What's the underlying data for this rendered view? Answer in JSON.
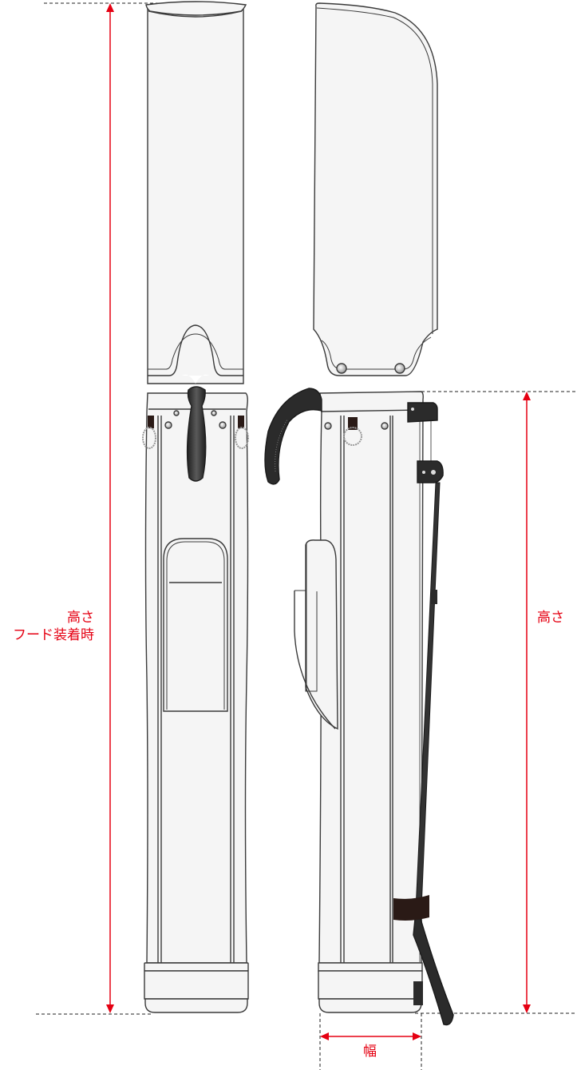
{
  "diagram": {
    "subject": "cue case dimension drawing",
    "views": [
      {
        "name": "front-view",
        "description": "front view with hood detached"
      },
      {
        "name": "side-view",
        "description": "side view with hood detached, grip handle and stand leg"
      }
    ]
  },
  "dimensions": {
    "height_with_hood": {
      "label_line1": "高さ",
      "label_line2": "フード装着時"
    },
    "height": {
      "label": "高さ"
    },
    "width": {
      "label": "幅"
    }
  },
  "colors": {
    "dimension": "#e50012",
    "outline": "#3a3a3a",
    "fill": "#f5f5f5",
    "dark_part": "#2b2b2b",
    "strap": "#2a1a16",
    "guide_dash": "#222222"
  }
}
